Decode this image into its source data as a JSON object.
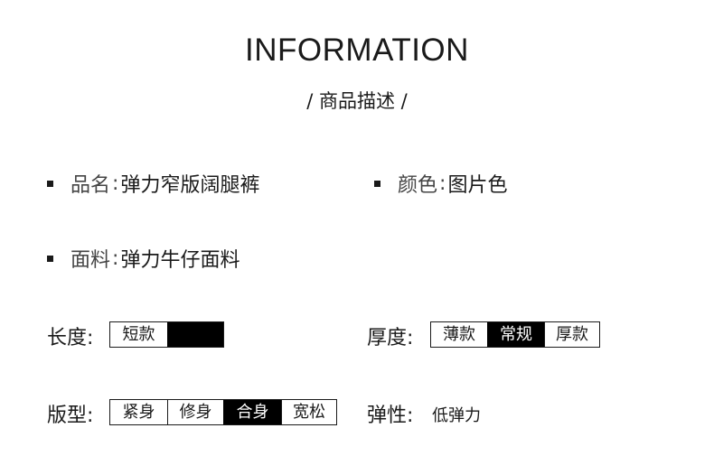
{
  "header": {
    "title": "INFORMATION",
    "subtitle": "/ 商品描述 /"
  },
  "info": {
    "name": {
      "key": "品名",
      "sep": ":",
      "value": "弹力窄版阔腿裤"
    },
    "color": {
      "key": "颜色",
      "sep": ":",
      "value": "图片色"
    },
    "fabric": {
      "key": "面料",
      "sep": ":",
      "value": "弹力牛仔面料"
    }
  },
  "attributes": {
    "length": {
      "label": "长度:",
      "options": [
        "短款",
        ""
      ],
      "selected_index": 1
    },
    "thickness": {
      "label": "厚度:",
      "options": [
        "薄款",
        "常规",
        "厚款"
      ],
      "selected_index": 1
    },
    "fit": {
      "label": "版型:",
      "options": [
        "紧身",
        "修身",
        "合身",
        "宽松"
      ],
      "selected_index": 2
    },
    "elasticity": {
      "label": "弹性:",
      "value": "低弹力"
    }
  },
  "colors": {
    "text": "#1a1a1a",
    "selected_bg": "#000000",
    "selected_text": "#ffffff",
    "border": "#1a1a1a"
  }
}
